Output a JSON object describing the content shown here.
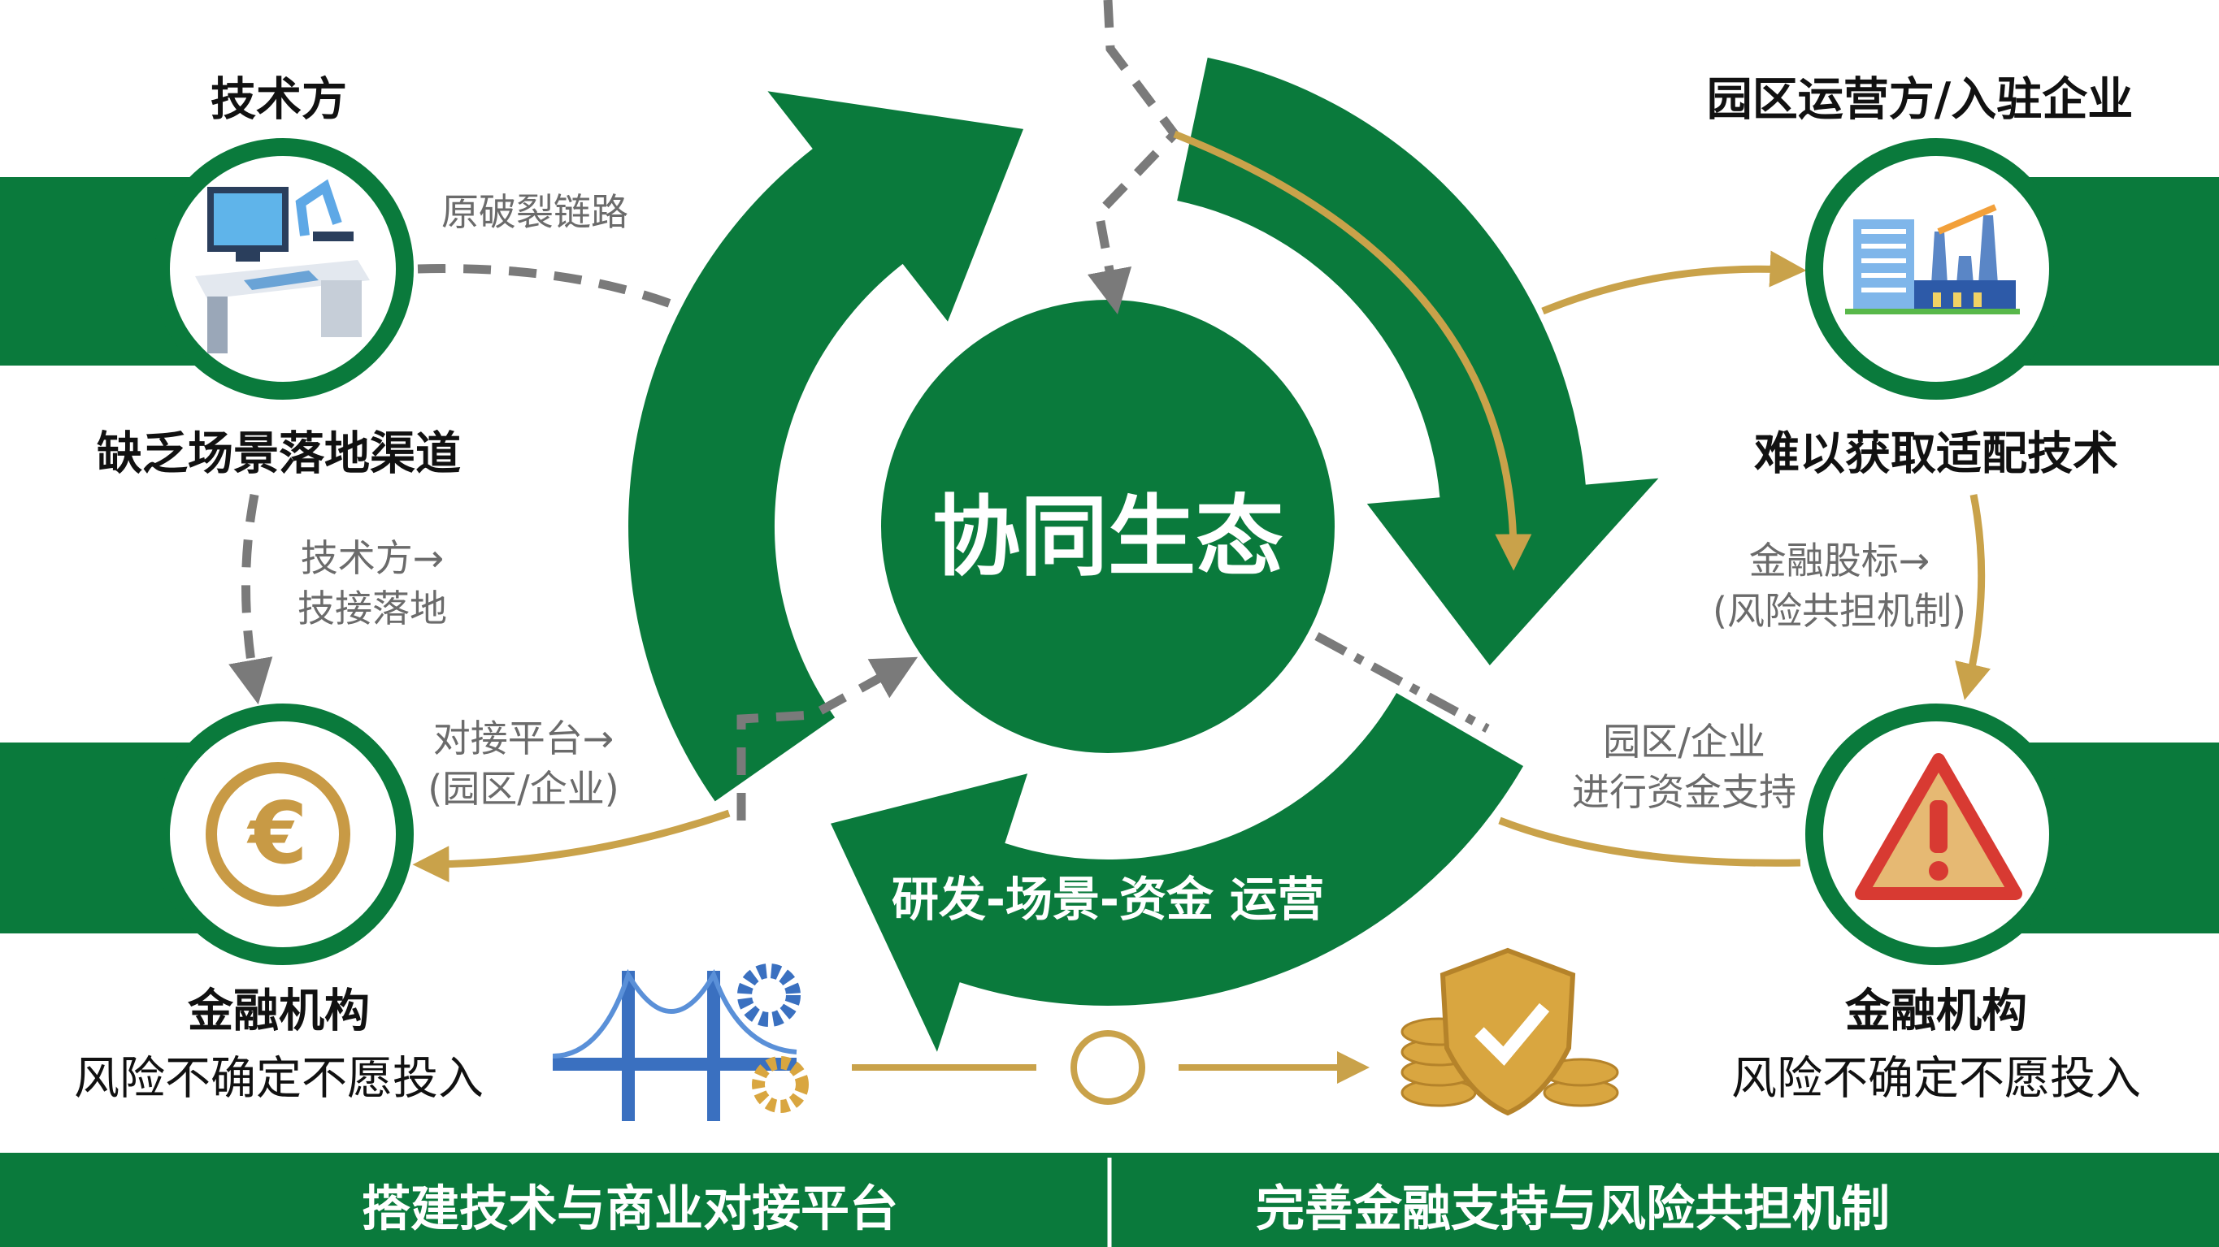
{
  "center": {
    "title": "协同生态",
    "cycle_label": "研发-场景-资金 运营"
  },
  "nodes": {
    "tech": {
      "title": "技术方",
      "problem": "缺乏场景落地渠道",
      "icon": "computer-desk-robot-arm-icon"
    },
    "park": {
      "title": "园区运营方/入驻企业",
      "problem": "难以获取适配技术",
      "icon": "factory-building-icon"
    },
    "finance_left": {
      "title": "金融机构",
      "problem": "风险不确定不愿投入",
      "icon": "euro-coin-icon"
    },
    "finance_right": {
      "title": "金融机构",
      "problem": "风险不确定不愿投入",
      "icon": "warning-triangle-icon"
    }
  },
  "links": {
    "broken": "原破裂链路",
    "tech_to_landing": [
      "技术方→",
      "技接落地"
    ],
    "platform": [
      "对接平台→",
      "(园区/企业)"
    ],
    "finance_equity": [
      "金融股标→",
      "(风险共担机制)"
    ],
    "park_funding": [
      "园区/企业",
      "进行资金支持"
    ]
  },
  "bottom": {
    "left_label": "搭建技术与商业对接平台",
    "right_label": "完善金融支持与风险共担机制",
    "icons": [
      "bridge-gears-icon",
      "circle-icon",
      "shield-coins-icon"
    ]
  },
  "colors": {
    "green": "#0a7a3c",
    "gold": "#c9a24a",
    "gray": "#7a7a7a"
  }
}
